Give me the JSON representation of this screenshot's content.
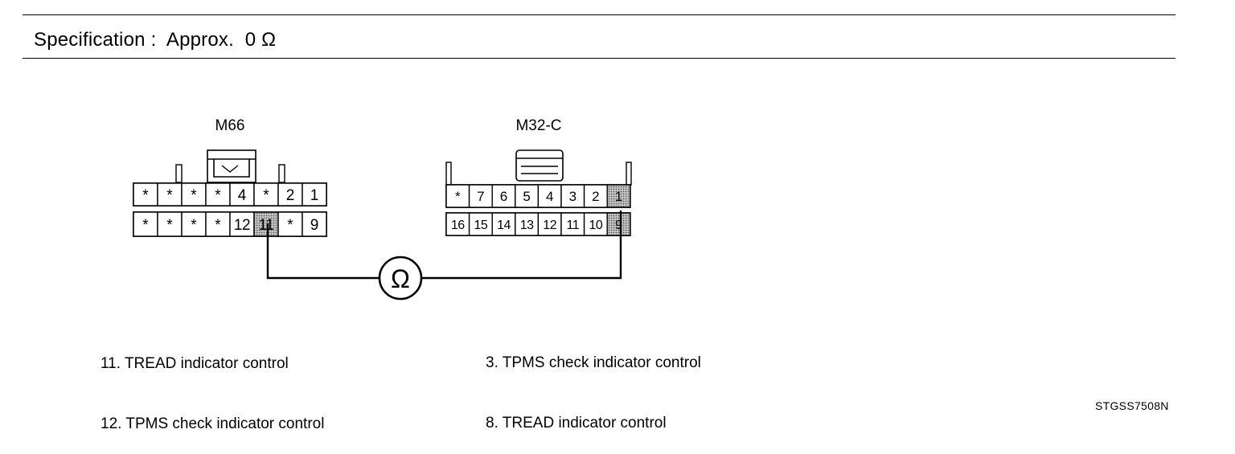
{
  "header": {
    "spec_label": "Specification",
    "separator": ":",
    "spec_value": "Approx.  0 Ω"
  },
  "connectors": {
    "left": {
      "name": "M66",
      "top_row": [
        "*",
        "*",
        "*",
        "*",
        "4",
        "*",
        "2",
        "1"
      ],
      "bottom_row": [
        "*",
        "*",
        "*",
        "*",
        "12",
        "11",
        "*",
        "9"
      ],
      "highlighted": [
        "11"
      ]
    },
    "right": {
      "name": "M32-C",
      "top_row": [
        "*",
        "7",
        "6",
        "5",
        "4",
        "3",
        "2",
        "1"
      ],
      "bottom_row": [
        "16",
        "15",
        "14",
        "13",
        "12",
        "11",
        "10",
        "9"
      ],
      "highlighted": [
        "1",
        "9"
      ]
    }
  },
  "meter": {
    "symbol": "Ω"
  },
  "legend": {
    "left": [
      "11. TREAD indicator control",
      "12. TPMS check indicator control"
    ],
    "right": [
      "3. TPMS check indicator control",
      "8. TREAD indicator control"
    ]
  },
  "figure_code": "STGSS7508N"
}
